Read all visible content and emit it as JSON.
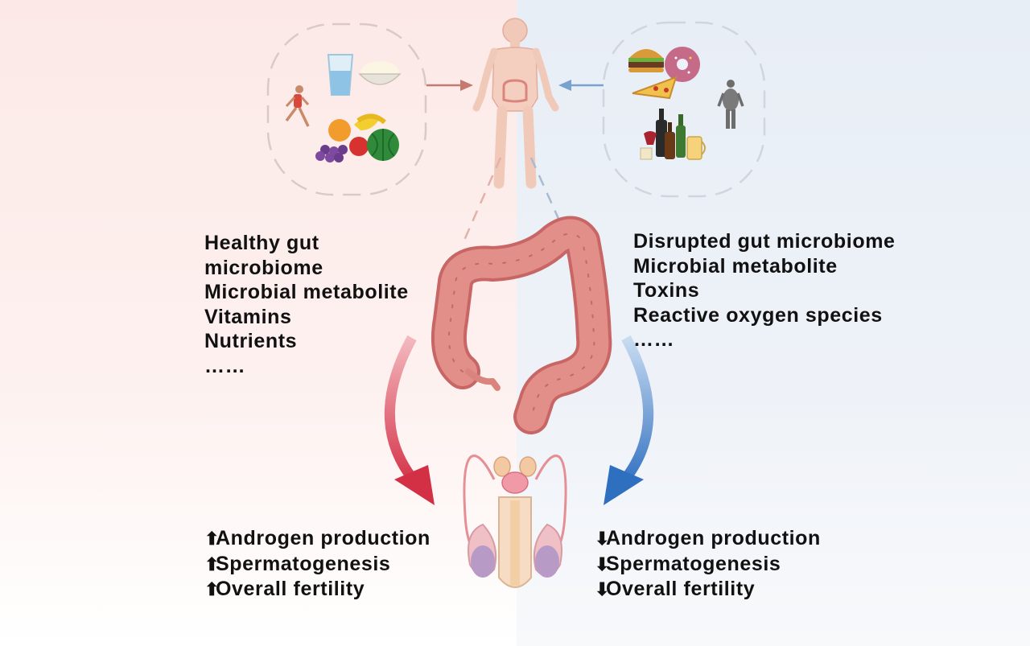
{
  "left": {
    "factors": [
      "Healthy gut",
      "microbiome",
      "Microbial metabolite",
      "Vitamins",
      "Nutrients",
      "……"
    ],
    "outcomes": [
      {
        "arrow": "⬆",
        "text": "Androgen production"
      },
      {
        "arrow": "⬆",
        "text": "Spermatogenesis"
      },
      {
        "arrow": "⬆",
        "text": "Overall fertility"
      }
    ],
    "accent": "#d9404f"
  },
  "right": {
    "factors": [
      "Disrupted gut microbiome",
      "Microbial metabolite",
      "Toxins",
      "Reactive oxygen species",
      "……"
    ],
    "outcomes": [
      {
        "arrow": "⬇",
        "text": "Androgen production"
      },
      {
        "arrow": "⬇",
        "text": "Spermatogenesis"
      },
      {
        "arrow": "⬇",
        "text": "Overall fertility"
      }
    ],
    "accent": "#3d7cc9"
  }
}
